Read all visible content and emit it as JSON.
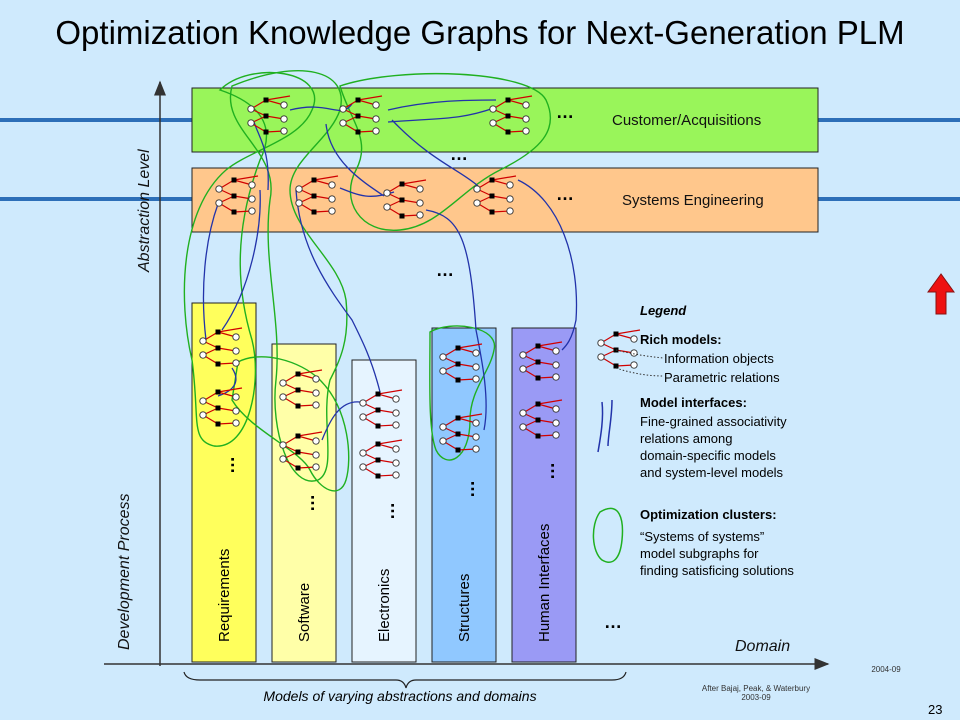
{
  "title": "Optimization Knowledge Graphs for Next-Generation PLM",
  "bands": {
    "customer": "Customer/Acquisitions",
    "systems": "Systems Engineering"
  },
  "columns": [
    "Requirements",
    "Software",
    "Electronics",
    "Structures",
    "Human Interfaces"
  ],
  "axes": {
    "abstraction": "Abstraction Level",
    "development": "Development Process",
    "domain": "Domain"
  },
  "ellipsis": "…",
  "vertical_ellipsis": "…",
  "legend": {
    "title": "Legend",
    "rich_models": "Rich models:",
    "info_objects": "Information objects",
    "param_relations": "Parametric relations",
    "interfaces_title": "Model interfaces:",
    "interfaces_lines": [
      "Fine-grained associativity",
      "relations among",
      "domain-specific models",
      "and system-level models"
    ],
    "clusters_title": "Optimization clusters:",
    "clusters_lines": [
      "“Systems of systems”",
      "model subgraphs for",
      "finding satisficing solutions"
    ]
  },
  "brace_caption": "Models of varying abstractions and domains",
  "credit": [
    "After Bajaj, Peak, & Waterbury",
    "2003-09"
  ],
  "date": "2004-09",
  "page_number": "23",
  "colors": {
    "background": "#cfeafd",
    "band_line": "#2d6fb8",
    "customer": "#99f55a",
    "systems": "#ffc78c",
    "requirements": "#ffff5c",
    "software": "#ffffa8",
    "electronics": "#e6f4ff",
    "structures": "#90c8ff",
    "human_interfaces": "#9a9af5",
    "node": "#000000",
    "edge": "#d00000",
    "interface": "#2233aa",
    "cluster": "#20b020",
    "arrow": "#ee1111"
  }
}
